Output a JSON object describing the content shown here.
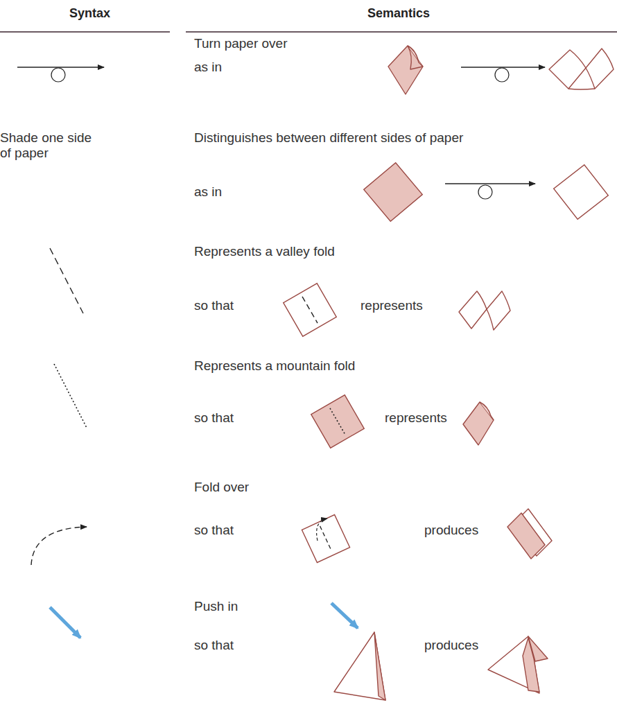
{
  "diagram": {
    "labels": [
      "Syntax",
      "Semantics",
      "Turn paper over",
      "as in",
      "Shade one side of paper",
      "Distinguishes between different sides of paper",
      "as in",
      "Represents a valley fold",
      "so that",
      "represents",
      "Represents a mountain fold",
      "so that",
      "represents",
      "Fold over",
      "so that",
      "produces",
      "Push in",
      "so that",
      "produces"
    ]
  }
}
